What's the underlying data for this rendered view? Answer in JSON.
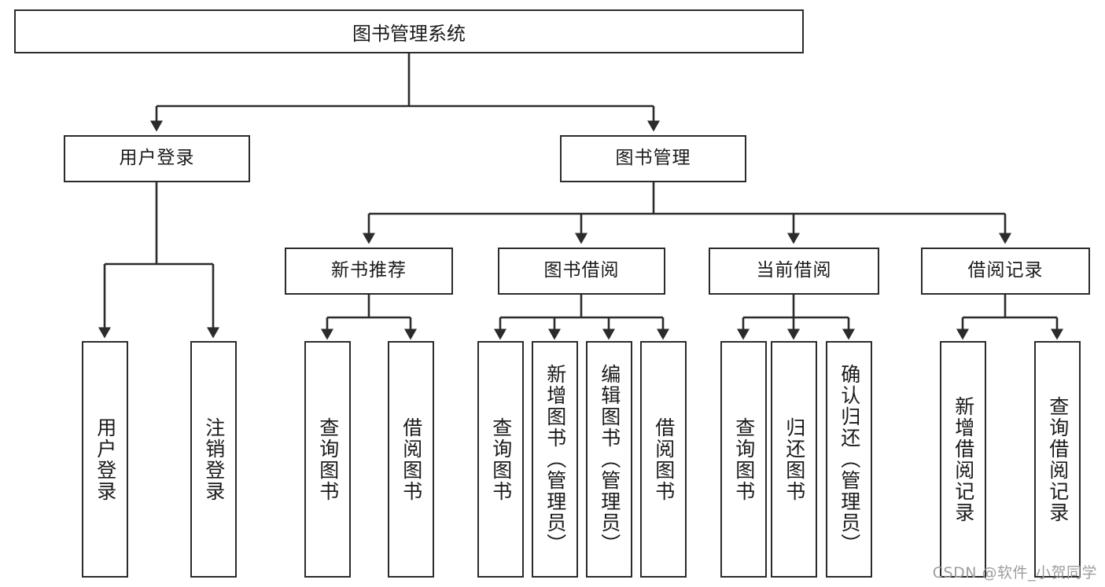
{
  "diagram": {
    "title": "图书管理系统",
    "type": "tree-hierarchy",
    "watermark": "CSDN @软件_小贺同学",
    "colors": {
      "stroke": "#2b2b2b",
      "fill": "#ffffff",
      "text": "#1a1a1a",
      "watermark": "#9d9d9d"
    },
    "nodes": {
      "root": "图书管理系统",
      "level1": [
        "用户登录",
        "图书管理"
      ],
      "level2": [
        "新书推荐",
        "图书借阅",
        "当前借阅",
        "借阅记录"
      ],
      "leaves": {
        "user_login": [
          "用户登录",
          "注销登录"
        ],
        "new_book_recommend": [
          "查询图书",
          "借阅图书"
        ],
        "book_borrow": [
          "查询图书",
          "新增图书（管理员）",
          "编辑图书（管理员）",
          "借阅图书"
        ],
        "current_borrow": [
          "查询图书",
          "归还图书",
          "确认归还（管理员）"
        ],
        "borrow_record": [
          "新增借阅记录",
          "查询借阅记录"
        ]
      }
    }
  }
}
